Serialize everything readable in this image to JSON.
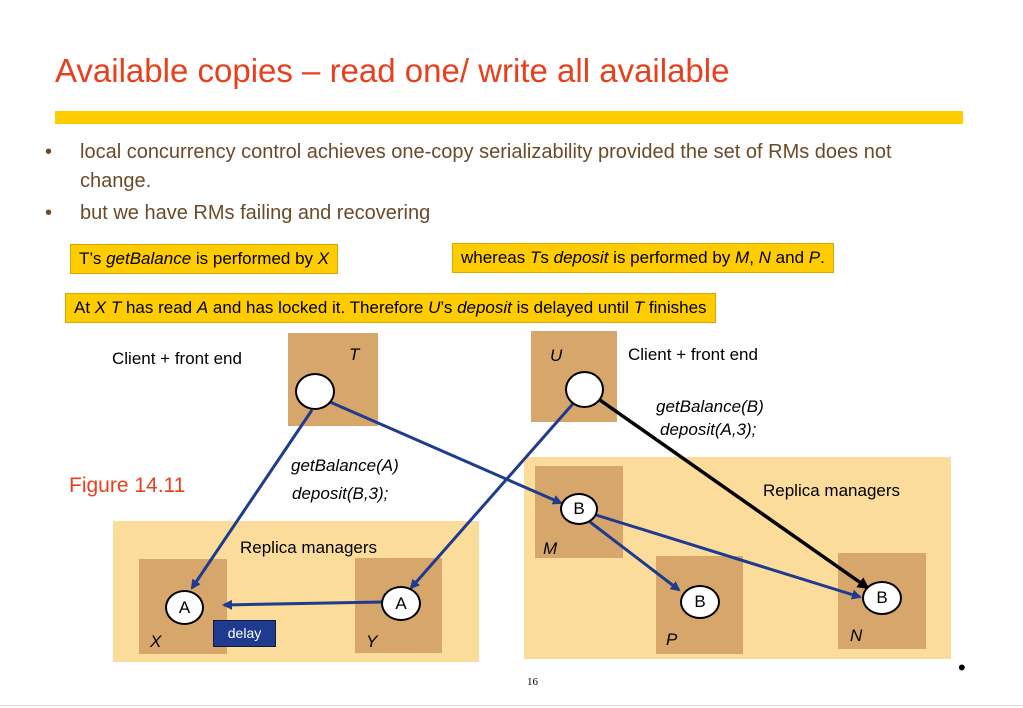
{
  "title": "Available copies – read one/ write all available",
  "bullets": [
    {
      "marker": "•",
      "text": "local concurrency control achieves one-copy serializability provided the set of RMs does not change."
    },
    {
      "marker": "•",
      "text": "but we have RMs failing and recovering"
    }
  ],
  "callouts": {
    "t_getbalance": {
      "p1": "T’s ",
      "p2": "getBalance",
      "p3": " is performed by ",
      "p4": "X"
    },
    "ts_deposit": {
      "p1": "whereas ",
      "p2": "T",
      "p3": "s ",
      "p4": "deposit",
      "p5": " is performed by ",
      "p6": "M",
      "p7": ", ",
      "p8": "N",
      "p9": " and ",
      "p10": "P",
      "p11": "."
    },
    "note": {
      "p1": "At ",
      "p2": "X T",
      "p3": " has read ",
      "p4": "A",
      "p5": " and has locked it. Therefore ",
      "p6": "U",
      "p7": "’s ",
      "p8": "deposit",
      "p9": " is delayed until ",
      "p10": "T",
      "p11": " finishes"
    }
  },
  "diagram": {
    "client_t": {
      "label": "Client + front end",
      "name": "T"
    },
    "client_u": {
      "label": "Client + front end",
      "name": "U"
    },
    "ops_u": {
      "line1": "getBalance(B)",
      "line2": "deposit(A,3);"
    },
    "ops_t": {
      "line1": "getBalance(A)",
      "line2": "deposit(B,3);"
    },
    "figure_label": "Figure 14.11",
    "left_group": {
      "label": "Replica managers",
      "rm_x": {
        "name": "X",
        "copy": "A"
      },
      "rm_y": {
        "name": "Y",
        "copy": "A"
      },
      "delay": "delay"
    },
    "right_group": {
      "label": "Replica managers",
      "rm_m": {
        "name": "M",
        "copy": "B"
      },
      "rm_p": {
        "name": "P",
        "copy": "B"
      },
      "rm_n": {
        "name": "N",
        "copy": "B"
      }
    }
  },
  "colors": {
    "title": "#e8401c",
    "accent_bar": "#ffcc00",
    "arrow_blue": "#1f3b8f",
    "arrow_black": "#000000",
    "region": "#fbdc9b",
    "rm_box": "#d7a66b"
  },
  "page_number": "16",
  "corner_mark": "•"
}
